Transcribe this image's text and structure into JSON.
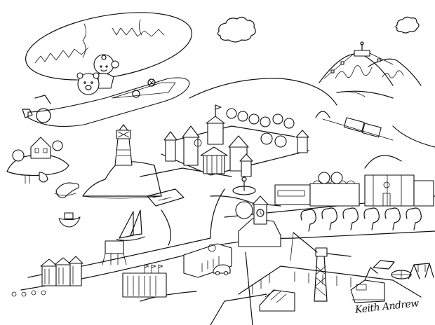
{
  "illustration": {
    "type": "black-and-white line-art coloring page",
    "background_color": "#ffffff",
    "line_color": "#111111",
    "signature": "Keith Andrew",
    "scene": "Bird's-eye view of a seaside town",
    "elements": [
      {
        "name": "airship",
        "description": "Blimp-shaped aircraft with zig-zag patterned balloon"
      },
      {
        "name": "pilot-boy",
        "description": "Boy wearing helmet piloting the airship"
      },
      {
        "name": "bear-cub",
        "description": "Bear cub riding in the airship gondola"
      },
      {
        "name": "clouds",
        "count": 2
      },
      {
        "name": "mountains",
        "description": "Snow-capped mountains with cable car and summit station"
      },
      {
        "name": "lighthouse",
        "description": "Striped lighthouse on rocky island"
      },
      {
        "name": "island-house",
        "description": "Small house on islet with dock and boat"
      },
      {
        "name": "seal",
        "description": "Seal on a rock"
      },
      {
        "name": "rowboat",
        "description": "Small boat in the sea"
      },
      {
        "name": "sailboats",
        "count": 2
      },
      {
        "name": "castle",
        "description": "Walled castle town with towers"
      },
      {
        "name": "fountain",
        "description": "Plaza fountain with statue"
      },
      {
        "name": "train",
        "description": "Train emerging from tunnel near hills"
      },
      {
        "name": "station",
        "description": "Arched railway station building"
      },
      {
        "name": "market",
        "description": "Market hall with striped awnings"
      },
      {
        "name": "clock-house",
        "description": "House with clock tower"
      },
      {
        "name": "beach-huts",
        "description": "Row of beach huts"
      },
      {
        "name": "lifeguard-tower",
        "description": "Lifeguard hut on stilts"
      },
      {
        "name": "town-hall",
        "description": "Columned building with flags"
      },
      {
        "name": "office-building",
        "description": "Office block with round emblem"
      },
      {
        "name": "car",
        "description": "Small car on road"
      },
      {
        "name": "crane",
        "description": "Construction tower crane"
      },
      {
        "name": "construction-site",
        "description": "House frame under construction with fence"
      },
      {
        "name": "bulldozer",
        "description": "Excavator vehicle"
      },
      {
        "name": "playground",
        "description": "Swing set, slide and roundabout"
      },
      {
        "name": "tree-row",
        "description": "Row of trees along the road"
      }
    ]
  }
}
